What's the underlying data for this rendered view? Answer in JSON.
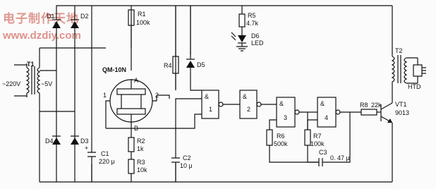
{
  "watermark": {
    "site_title": "电子制作天地",
    "site_url": "www.dzdiy.com"
  },
  "transformer_T1": {
    "name": "T1",
    "primary": "~220V",
    "secondary": "~5V"
  },
  "diodes_bridge": [
    "D1",
    "D2",
    "D3",
    "D4"
  ],
  "tube": {
    "name": "QM-10N",
    "pin_a": "A",
    "pin_b": "B",
    "pin_1": "1",
    "pin_2": "2"
  },
  "resistors": {
    "R1": {
      "name": "R1",
      "value": "100k"
    },
    "R2": {
      "name": "R2",
      "value": "1k"
    },
    "R3": {
      "name": "R3",
      "value": "10k"
    },
    "R4": {
      "name": "R4"
    },
    "R5": {
      "name": "R5",
      "value": "4.7k"
    },
    "R6": {
      "name": "R6",
      "value": "500k"
    },
    "R7": {
      "name": "R7",
      "value": "100k"
    },
    "R8": {
      "name": "R8",
      "value": "22k"
    }
  },
  "capacitors": {
    "C1": {
      "name": "C1",
      "value": "220 μ"
    },
    "C2": {
      "name": "C2",
      "value": "10 μ"
    },
    "C3": {
      "name": "C3",
      "value": "0. 47 μ"
    }
  },
  "diode_D5": "D5",
  "led_D6": {
    "name": "D6",
    "type": "LED"
  },
  "gates": {
    "g1": "1",
    "g2": "2",
    "g3": "3",
    "g4": "4",
    "symbol": "&"
  },
  "transistor": {
    "name": "VT1",
    "part": "9013"
  },
  "transformer_T2": {
    "name": "T2"
  },
  "buzzer": {
    "name": "HTD"
  },
  "cap_plus": "+"
}
